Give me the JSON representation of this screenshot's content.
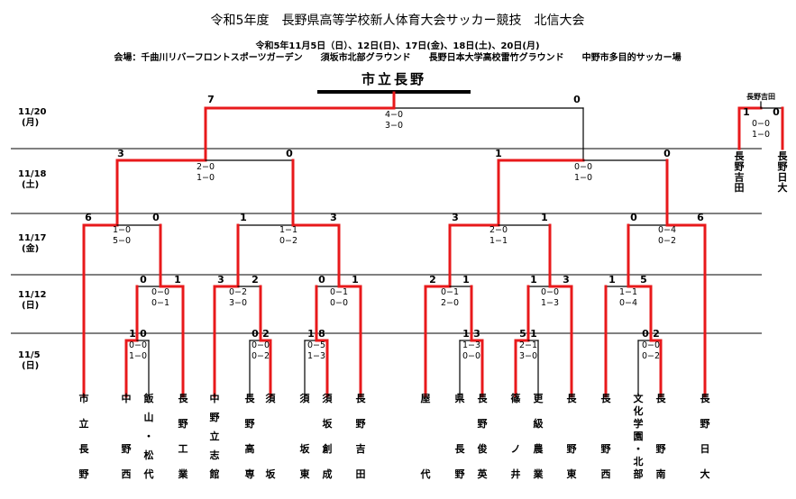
{
  "header": {
    "title": "令和5年度　長野県高等学校新人体育大会サッカー競技　北信大会",
    "dates": "令和5年11月5日（日）、12日(日)、17日(金)、18日(土)、20日(月)",
    "venues": "会場：千曲川リバーフロントスポーツガーデン　　須坂市北部グラウンド　　長野日本大学高校雷竹グラウンド　　中野市多目的サッカー場"
  },
  "champion": "市立長野",
  "rounds": [
    {
      "date": "11/20",
      "day": "(月)"
    },
    {
      "date": "11/18",
      "day": "(土)"
    },
    {
      "date": "11/17",
      "day": "(金)"
    },
    {
      "date": "11/12",
      "day": "(日)"
    },
    {
      "date": "11/5",
      "day": "(日)"
    }
  ],
  "teams": [
    "市立長野",
    "中野西",
    "飯山・松代",
    "長野工業",
    "中野立志館",
    "長野高専",
    "須坂",
    "須坂東",
    "須坂創成",
    "長野吉田",
    "屋代",
    "県長野",
    "長野俊英",
    "篠ノ井",
    "更級農業",
    "長野東",
    "長野西",
    "文化学園・北部",
    "長野南",
    "長野日大"
  ],
  "matches": {
    "final": {
      "left": "7",
      "right": "0",
      "s1": "4−0",
      "s2": "3−0"
    },
    "sf_left": {
      "left": "3",
      "right": "0",
      "s1": "2−0",
      "s2": "1−0"
    },
    "sf_right": {
      "left": "1",
      "right": "0",
      "s1": "0−0",
      "s2": "1−0"
    },
    "qf1": {
      "left": "6",
      "right": "0",
      "s1": "1−0",
      "s2": "5−0"
    },
    "qf2": {
      "left": "1",
      "right": "3",
      "s1": "1−1",
      "s2": "0−2"
    },
    "qf3": {
      "left": "3",
      "right": "1",
      "s1": "2−0",
      "s2": "1−1"
    },
    "qf4": {
      "left": "0",
      "right": "6",
      "s1": "0−4",
      "s2": "0−2"
    },
    "r2_1": {
      "left": "0",
      "right": "1",
      "s1": "0−0",
      "s2": "0−1"
    },
    "r2_2": {
      "left": "3",
      "right": "2",
      "s1": "0−2",
      "s2": "3−0"
    },
    "r2_3": {
      "left": "0",
      "right": "1",
      "s1": "0−1",
      "s2": "0−0"
    },
    "r2_4": {
      "left": "2",
      "right": "1",
      "s1": "0−1",
      "s2": "2−0"
    },
    "r2_5": {
      "left": "1",
      "right": "3",
      "s1": "0−0",
      "s2": "1−3"
    },
    "r2_6": {
      "left": "1",
      "right": "5",
      "s1": "1−1",
      "s2": "0−4"
    },
    "r1_1": {
      "left": "1",
      "right": "0",
      "s1": "0−0",
      "s2": "1−0"
    },
    "r1_2": {
      "left": "0",
      "right": "2",
      "s1": "0−0",
      "s2": "0−2"
    },
    "r1_3": {
      "left": "1",
      "right": "8",
      "s1": "0−5",
      "s2": "1−3"
    },
    "r1_4": {
      "left": "1",
      "right": "3",
      "s1": "1−3",
      "s2": "0−0"
    },
    "r1_5": {
      "left": "5",
      "right": "1",
      "s1": "2−1",
      "s2": "3−0"
    },
    "r1_6": {
      "left": "0",
      "right": "2",
      "s1": "0−0",
      "s2": "0−2"
    }
  },
  "inset": {
    "title": "長野吉田",
    "left": "1",
    "right": "0",
    "s1": "0−0",
    "s2": "1−0",
    "team_left": "長野吉田",
    "team_right": "長野日大"
  },
  "colors": {
    "advance": "#e8191b",
    "line": "#000000"
  }
}
